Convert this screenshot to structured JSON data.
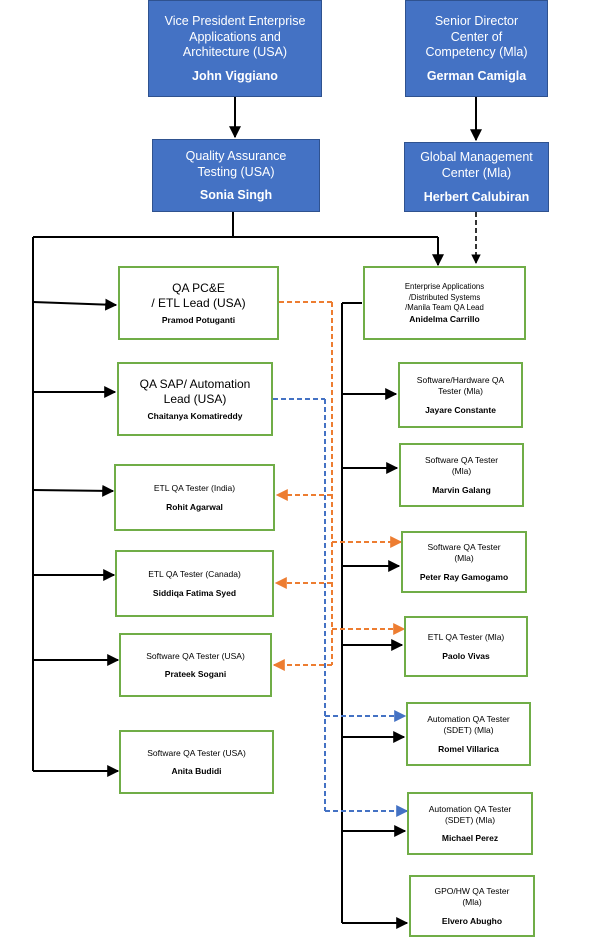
{
  "colors": {
    "executive_fill": "#4472c4",
    "executive_border": "#2f528f",
    "team_border": "#70ad47",
    "solid_line": "#000000",
    "dotted_orange": "#ed7d31",
    "dotted_blue": "#4472c4"
  },
  "nodes": {
    "vp": {
      "title": "Vice President Enterprise\nApplications and\nArchitecture (USA)",
      "name": "John Viggiano"
    },
    "sd": {
      "title": "Senior Director\nCenter of\nCompetency (Mla)",
      "name": "German Camigla"
    },
    "qat": {
      "title": "Quality Assurance\nTesting (USA)",
      "name": "Sonia Singh"
    },
    "gmc": {
      "title": "Global Management\nCenter (Mla)",
      "name": "Herbert Calubiran"
    },
    "qapce": {
      "title": "QA PC&E\n/ ETL Lead (USA)",
      "name": "Pramod Potuganti"
    },
    "qasap": {
      "title": "QA SAP/ Automation\nLead (USA)",
      "name": "Chaitanya Komatireddy"
    },
    "etl_india": {
      "title": "ETL QA Tester (India)",
      "name": "Rohit Agarwal"
    },
    "etl_canada": {
      "title": "ETL QA Tester (Canada)",
      "name": "Siddiqa Fatima Syed"
    },
    "sw_prateek": {
      "title": "Software QA Tester (USA)",
      "name": "Prateek Sogani"
    },
    "sw_anita": {
      "title": "Software QA Tester (USA)",
      "name": "Anita Budidi"
    },
    "ea": {
      "title": "Enterprise Applications\n/Distributed Systems\n/Manila Team QA Lead",
      "name": "Anidelma Carrillo"
    },
    "swhw_jayare": {
      "title": "Software/Hardware QA\nTester (Mla)",
      "name": "Jayare Constante"
    },
    "sw_marvin": {
      "title": "Software QA Tester\n(Mla)",
      "name": "Marvin Galang"
    },
    "sw_peter": {
      "title": "Software QA Tester\n(Mla)",
      "name": "Peter Ray Gamogamo"
    },
    "etl_paolo": {
      "title": "ETL QA Tester (Mla)",
      "name": "Paolo Vivas"
    },
    "auto_romel": {
      "title": "Automation QA Tester\n(SDET) (Mla)",
      "name": "Romel Villarica"
    },
    "auto_michael": {
      "title": "Automation QA Tester\n(SDET) (Mla)",
      "name": "Michael Perez"
    },
    "gpo_elvero": {
      "title": "GPO/HW QA Tester\n(Mla)",
      "name": "Elvero Abugho"
    }
  }
}
